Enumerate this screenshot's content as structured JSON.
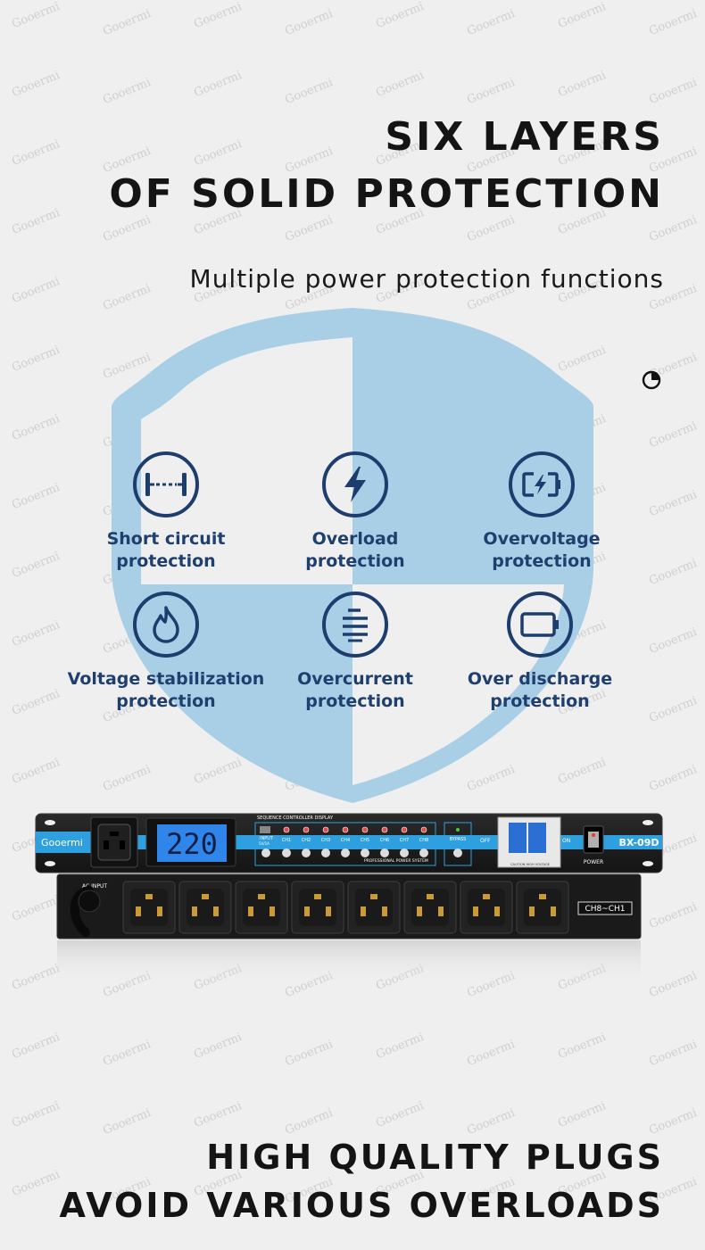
{
  "watermark": "Gooermi",
  "headline": {
    "line1": "SIX LAYERS",
    "line2": "OF SOLID PROTECTION"
  },
  "subheadline": "Multiple power protection functions",
  "features": [
    {
      "icon": "battery-terminal-icon",
      "line1": "Short circuit",
      "line2": "protection"
    },
    {
      "icon": "lightning-icon",
      "line1": "Overload",
      "line2": "protection"
    },
    {
      "icon": "charging-battery-icon",
      "line1": "Overvoltage",
      "line2": "protection"
    },
    {
      "icon": "flame-icon",
      "line1": "Voltage stabilization",
      "line2": "protection"
    },
    {
      "icon": "lines-icon",
      "line1": "Overcurrent",
      "line2": "protection"
    },
    {
      "icon": "empty-battery-icon",
      "line1": "Over discharge",
      "line2": "protection"
    }
  ],
  "device": {
    "brand": "Gooermi",
    "display_value": "220",
    "panel_title": "SEQUENCE CONTROLLER DISPLAY",
    "panel_subtitle": "PROFESSIONAL POWER SYSTEM",
    "usb_label": "INPUT",
    "usb_spec": "5V/1A",
    "channels": [
      "CH1",
      "CH2",
      "CH3",
      "CH4",
      "CH5",
      "CH6",
      "CH7",
      "CH8"
    ],
    "bypass_label": "BYPASS",
    "off_label": "OFF",
    "on_label": "ON",
    "model": "BX-09D",
    "power_label": "POWER",
    "ac_input_label": "AC INPUT",
    "channel_order_label": "CH8~CH1",
    "breaker_warning": "CAUTION HIGH VOLTAGE",
    "colors": {
      "accent": "#2ea0e0",
      "lcd": "#2f86e8",
      "chassis": "#1c1c1c"
    }
  },
  "footer": {
    "line1": "HIGH QUALITY PLUGS",
    "line2": "AVOID VARIOUS OVERLOADS"
  },
  "colors": {
    "shield": "#a9cfe6",
    "feature_text": "#1f3f6f",
    "background": "#efefef"
  }
}
